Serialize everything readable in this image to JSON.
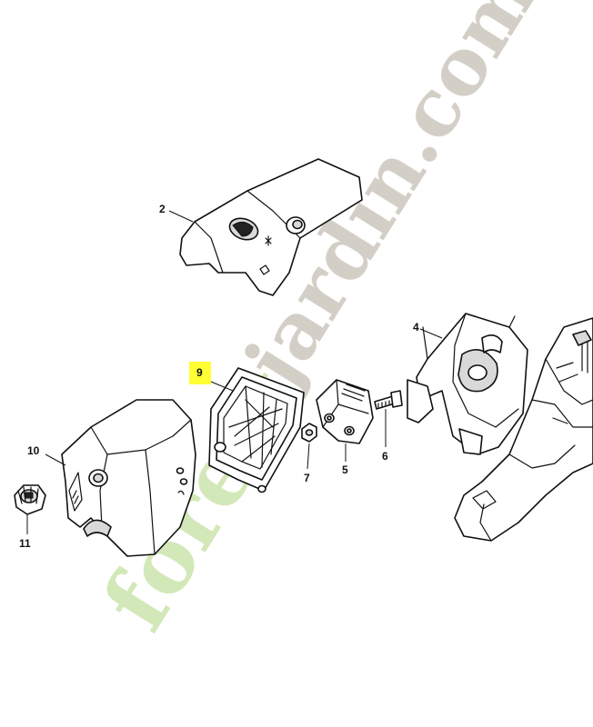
{
  "callouts": {
    "c2": "2",
    "c4": "4",
    "c5": "5",
    "c6": "6",
    "c7": "7",
    "c9": "9",
    "c10": "10",
    "c11": "11"
  },
  "highlight_color": "#ffff33",
  "watermark": {
    "forest": "forest",
    "jardin": "jardin.com",
    "color_green": "#cfe6b0",
    "color_orange": "#f7d08a",
    "color_grey": "#cfcac0"
  }
}
